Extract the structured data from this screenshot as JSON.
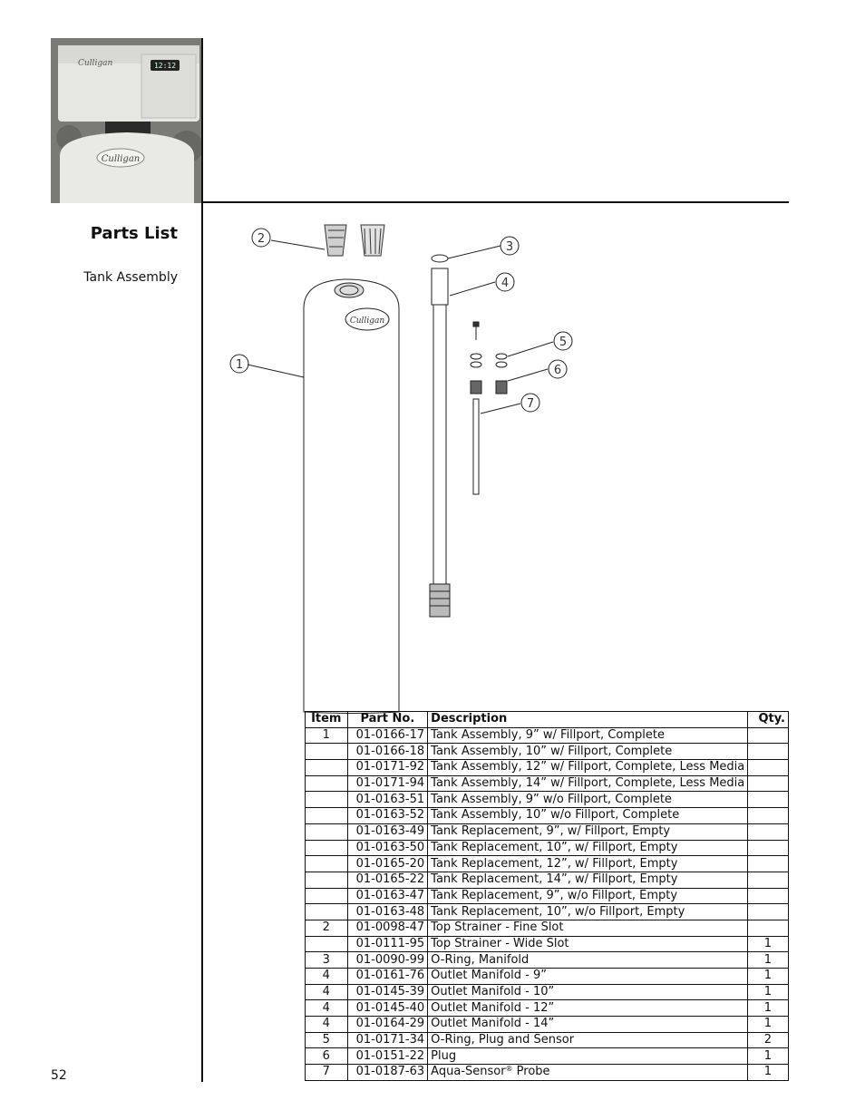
{
  "page": {
    "section_title": "Parts List",
    "subtitle": "Tank Assembly",
    "page_number": "52",
    "photo": {
      "logo_text_top": "Culligan",
      "display_text": "12:12",
      "logo_text_tank": "Culligan"
    }
  },
  "diagram": {
    "callouts": [
      "1",
      "2",
      "3",
      "4",
      "5",
      "6",
      "7"
    ],
    "tank_logo": "Culligan"
  },
  "table": {
    "headers": {
      "item": "Item",
      "part": "Part No.",
      "desc": "Description",
      "qty": "Qty."
    },
    "rows": [
      {
        "item": "1",
        "part": "01-0166-17",
        "desc": "Tank Assembly, 9” w/ Fillport, Complete",
        "qty": ""
      },
      {
        "item": "",
        "part": "01-0166-18",
        "desc": "Tank Assembly, 10” w/ Fillport, Complete",
        "qty": ""
      },
      {
        "item": "",
        "part": "01-0171-92",
        "desc": "Tank Assembly, 12” w/ Fillport, Complete, Less Media",
        "qty": ""
      },
      {
        "item": "",
        "part": "01-0171-94",
        "desc": "Tank Assembly, 14” w/ Fillport, Complete, Less Media",
        "qty": ""
      },
      {
        "item": "",
        "part": "01-0163-51",
        "desc": "Tank Assembly, 9” w/o Fillport, Complete",
        "qty": ""
      },
      {
        "item": "",
        "part": "01-0163-52",
        "desc": "Tank Assembly, 10” w/o Fillport, Complete",
        "qty": ""
      },
      {
        "item": "",
        "part": "01-0163-49",
        "desc": "Tank Replacement, 9”, w/ Fillport, Empty",
        "qty": ""
      },
      {
        "item": "",
        "part": "01-0163-50",
        "desc": "Tank Replacement, 10”, w/ Fillport, Empty",
        "qty": ""
      },
      {
        "item": "",
        "part": "01-0165-20",
        "desc": "Tank Replacement, 12”, w/ Fillport, Empty",
        "qty": ""
      },
      {
        "item": "",
        "part": "01-0165-22",
        "desc": "Tank Replacement, 14”, w/ Fillport, Empty",
        "qty": ""
      },
      {
        "item": "",
        "part": "01-0163-47",
        "desc": "Tank Replacement, 9”, w/o Fillport, Empty",
        "qty": ""
      },
      {
        "item": "",
        "part": "01-0163-48",
        "desc": "Tank Replacement, 10”, w/o Fillport, Empty",
        "qty": ""
      },
      {
        "item": "2",
        "part": "01-0098-47",
        "desc": "Top Strainer - Fine Slot",
        "qty": ""
      },
      {
        "item": "",
        "part": "01-0111-95",
        "desc": "Top Strainer - Wide Slot",
        "qty": "1"
      },
      {
        "item": "3",
        "part": "01-0090-99",
        "desc": "O-Ring, Manifold",
        "qty": "1"
      },
      {
        "item": "4",
        "part": "01-0161-76",
        "desc": "Outlet Manifold - 9”",
        "qty": "1"
      },
      {
        "item": "4",
        "part": "01-0145-39",
        "desc": "Outlet Manifold - 10”",
        "qty": "1"
      },
      {
        "item": "4",
        "part": "01-0145-40",
        "desc": "Outlet Manifold - 12”",
        "qty": "1"
      },
      {
        "item": "4",
        "part": "01-0164-29",
        "desc": "Outlet Manifold - 14”",
        "qty": "1"
      },
      {
        "item": "5",
        "part": "01-0171-34",
        "desc": "O-Ring, Plug and Sensor",
        "qty": "2"
      },
      {
        "item": "6",
        "part": "01-0151-22",
        "desc": "Plug",
        "qty": "1"
      },
      {
        "item": "7",
        "part": "01-0187-63",
        "desc": "Aqua-Sensor",
        "desc_sup": "®",
        "desc_suffix": " Probe",
        "qty": "1"
      }
    ]
  }
}
